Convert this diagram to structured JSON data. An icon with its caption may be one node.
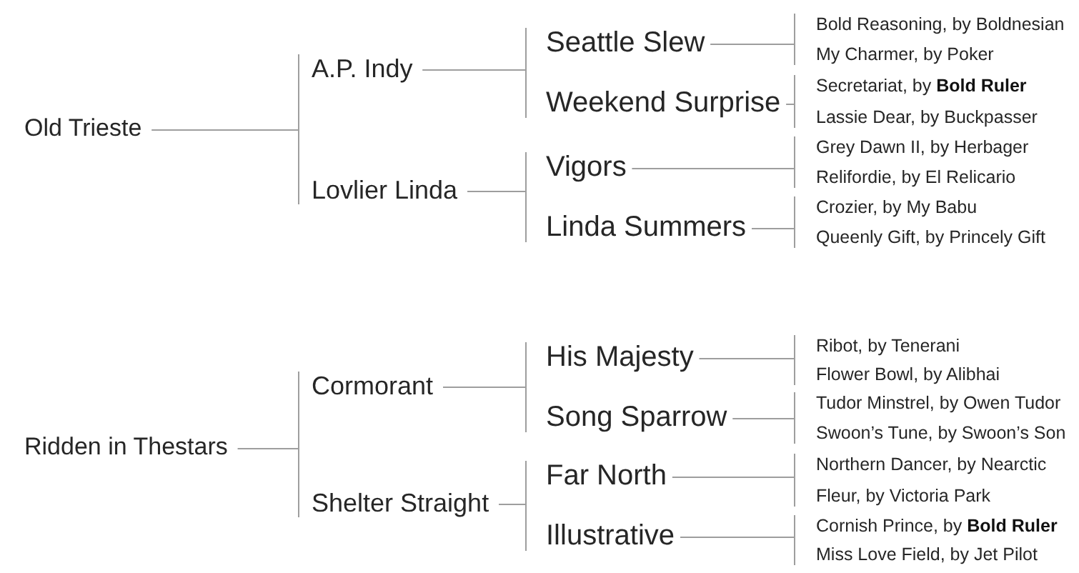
{
  "diagram": {
    "nodes": [
      {
        "text": [
          "Old Trieste"
        ]
      },
      {
        "text": [
          "A.P. Indy"
        ]
      },
      {
        "text": [
          "Seattle Slew"
        ]
      },
      {
        "text": [
          "Bold Reasoning, by Boldnesian"
        ]
      },
      {
        "text": [
          "My Charmer, by Poker"
        ]
      },
      {
        "text": [
          "Weekend Surprise"
        ]
      },
      {
        "text": [
          "Secretariat, by **Bold Ruler**"
        ]
      },
      {
        "text": [
          "Lassie Dear, by Buckpasser"
        ]
      },
      {
        "text": [
          "Lovlier Linda"
        ]
      },
      {
        "text": [
          "Vigors"
        ]
      },
      {
        "text": [
          "Grey Dawn II, by Herbager"
        ]
      },
      {
        "text": [
          "Relifordie, by El Relicario"
        ]
      },
      {
        "text": [
          "Linda Summers"
        ]
      },
      {
        "text": [
          "Crozier, by My Babu"
        ]
      },
      {
        "text": [
          "Queenly Gift, by Princely Gift"
        ]
      },
      {
        "text": [
          "Ridden in Thestars"
        ]
      },
      {
        "text": [
          "Cormorant"
        ]
      },
      {
        "text": [
          "His Majesty"
        ]
      },
      {
        "text": [
          "Ribot, by Tenerani"
        ]
      },
      {
        "text": [
          "Flower Bowl, by Alibhai"
        ]
      },
      {
        "text": [
          "Song Sparrow"
        ]
      },
      {
        "text": [
          "Tudor Minstrel, by Owen Tudor"
        ]
      },
      {
        "text": [
          "Swoon’s Tune, by Swoon’s Son"
        ]
      },
      {
        "text": [
          "Shelter Straight"
        ]
      },
      {
        "text": [
          "Far North"
        ]
      },
      {
        "text": [
          "Northern Dancer, by Nearctic"
        ]
      },
      {
        "text": [
          "Fleur, by Victoria Park"
        ]
      },
      {
        "text": [
          "Illustrative"
        ]
      },
      {
        "text": [
          "Cornish Prince, by **Bold Ruler**"
        ]
      },
      {
        "text": [
          "Miss Love Field, by Jet Pilot"
        ]
      }
    ],
    "edges": [
      {
        "from": 0,
        "to": 1,
        "arrow": "none"
      },
      {
        "from": 0,
        "to": 8,
        "arrow": "none"
      },
      {
        "from": 1,
        "to": 2,
        "arrow": "none"
      },
      {
        "from": 1,
        "to": 5,
        "arrow": "none"
      },
      {
        "from": 2,
        "to": 3,
        "arrow": "none"
      },
      {
        "from": 2,
        "to": 4,
        "arrow": "none"
      },
      {
        "from": 5,
        "to": 6,
        "arrow": "none"
      },
      {
        "from": 5,
        "to": 7,
        "arrow": "none"
      },
      {
        "from": 8,
        "to": 9,
        "arrow": "none"
      },
      {
        "from": 8,
        "to": 12,
        "arrow": "none"
      },
      {
        "from": 9,
        "to": 10,
        "arrow": "none"
      },
      {
        "from": 9,
        "to": 11,
        "arrow": "none"
      },
      {
        "from": 12,
        "to": 13,
        "arrow": "none"
      },
      {
        "from": 12,
        "to": 14,
        "arrow": "none"
      },
      {
        "from": 15,
        "to": 16,
        "arrow": "none"
      },
      {
        "from": 15,
        "to": 23,
        "arrow": "none"
      },
      {
        "from": 16,
        "to": 17,
        "arrow": "none"
      },
      {
        "from": 16,
        "to": 20,
        "arrow": "none"
      },
      {
        "from": 17,
        "to": 18,
        "arrow": "none"
      },
      {
        "from": 17,
        "to": 19,
        "arrow": "none"
      },
      {
        "from": 20,
        "to": 21,
        "arrow": "none"
      },
      {
        "from": 20,
        "to": 22,
        "arrow": "none"
      },
      {
        "from": 23,
        "to": 24,
        "arrow": "none"
      },
      {
        "from": 23,
        "to": 27,
        "arrow": "none"
      },
      {
        "from": 24,
        "to": 25,
        "arrow": "none"
      },
      {
        "from": 24,
        "to": 26,
        "arrow": "none"
      },
      {
        "from": 27,
        "to": 28,
        "arrow": "none"
      },
      {
        "from": 27,
        "to": 29,
        "arrow": "none"
      }
    ]
  }
}
